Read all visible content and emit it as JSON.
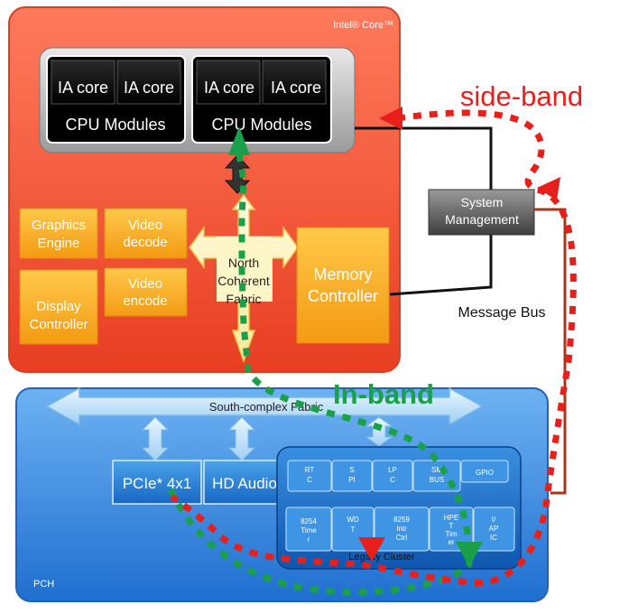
{
  "intel_core": {
    "label": "Intel® Core™"
  },
  "cpu_modules": [
    {
      "cores": [
        "IA core",
        "IA core"
      ],
      "label": "CPU Modules"
    },
    {
      "cores": [
        "IA core",
        "IA core"
      ],
      "label": "CPU Modules"
    }
  ],
  "engines": {
    "graphics": [
      "Graphics",
      "Engine"
    ],
    "video_decode": [
      "Video",
      "decode"
    ],
    "display": [
      "Display",
      "Controller"
    ],
    "video_encode": [
      "Video",
      "encode"
    ]
  },
  "north_fabric": [
    "North",
    "Coherent",
    "Fabric"
  ],
  "memory_controller": [
    "Memory",
    "Controller"
  ],
  "system_management": [
    "System",
    "Management"
  ],
  "message_bus": "Message Bus",
  "side_band": "side-band",
  "in_band": "In-band",
  "south_fabric": "South-complex Fabric",
  "pcie": "PCIe* 4x1",
  "hd_audio": "HD Audio",
  "legacy_row1": [
    [
      "RT",
      "C"
    ],
    [
      "S",
      "PI"
    ],
    [
      "LP",
      "C"
    ],
    [
      "SM",
      "BUS"
    ],
    [
      "GPIO"
    ]
  ],
  "legacy_row2": [
    [
      "8254",
      "Time",
      "r"
    ],
    [
      "WD",
      "T"
    ],
    [
      "8259",
      "Intr",
      "Ctrl"
    ],
    [
      "HPE",
      "T",
      "Tim",
      "er"
    ],
    [
      "I/",
      "AP",
      "IC"
    ]
  ],
  "legacy_cluster": "Legacy Cluster",
  "pch": "PCH",
  "colors": {
    "side_band": "#e8201c",
    "in_band": "#1aa048",
    "core_fill": "#f25a3c",
    "pch_fill": "#3d8fe0",
    "orange_box": "#f7a821",
    "cream": "#fff4c0"
  }
}
